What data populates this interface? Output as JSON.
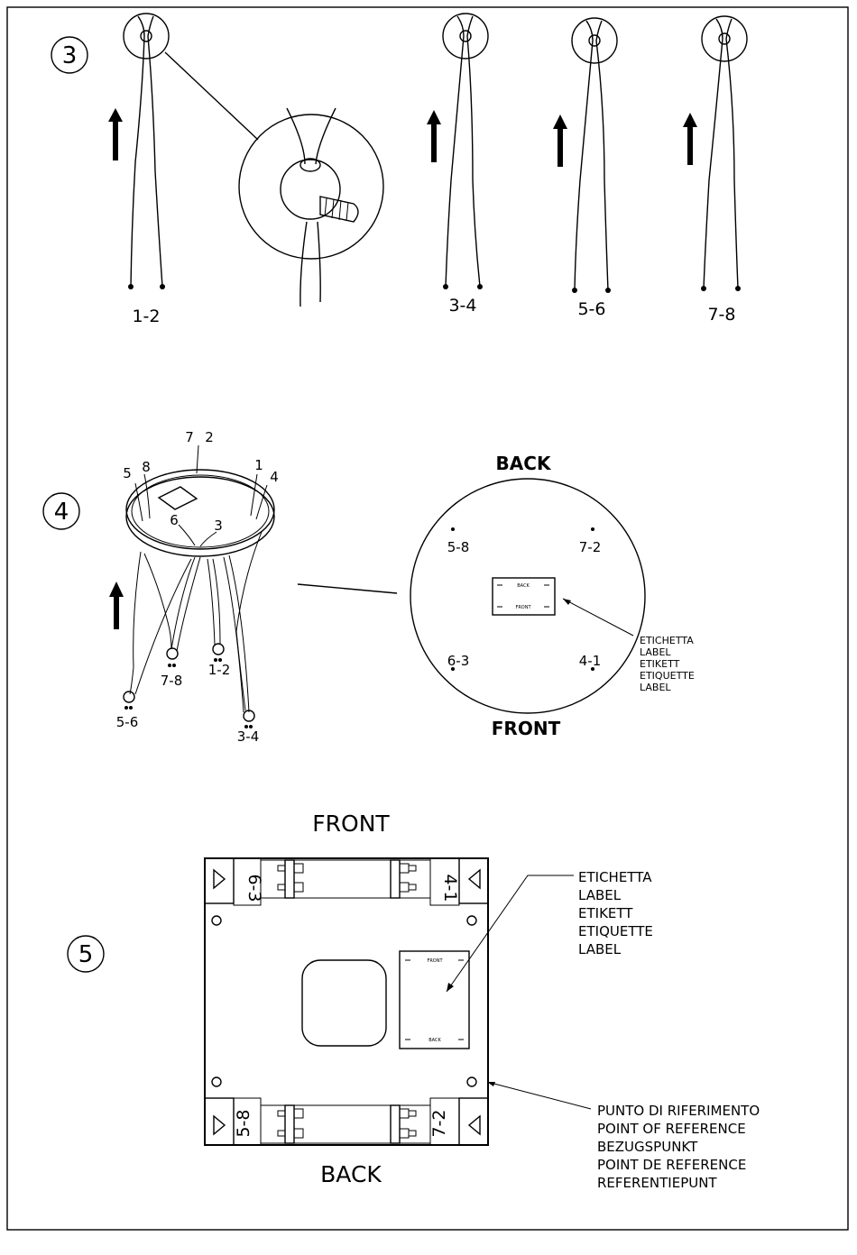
{
  "steps": [
    "3",
    "4",
    "5"
  ],
  "step3": {
    "wire_labels": [
      "1-2",
      "3-4",
      "5-6",
      "7-8"
    ]
  },
  "step4": {
    "ring_numbers": [
      "7",
      "2",
      "5",
      "8",
      "1",
      "4",
      "6",
      "3"
    ],
    "connector_labels": [
      "7-8",
      "1-2",
      "5-6",
      "3-4"
    ],
    "circle_top": "BACK",
    "circle_bottom": "FRONT",
    "circle_positions": [
      "5-8",
      "7-2",
      "6-3",
      "4-1"
    ],
    "mini_label_back": "BACK",
    "mini_label_front": "FRONT",
    "label_lines": [
      "ETICHETTA",
      "LABEL",
      "ETIKETT",
      "ETIQUETTE",
      "LABEL"
    ]
  },
  "step5": {
    "front": "FRONT",
    "back": "BACK",
    "corner_labels": [
      "6-3",
      "4-1",
      "5-8",
      "7-2"
    ],
    "label_front": "FRONT",
    "label_back": "BACK",
    "label_lines": [
      "ETICHETTA",
      "LABEL",
      "ETIKETT",
      "ETIQUETTE",
      "LABEL"
    ],
    "reference_lines": [
      "PUNTO DI RIFERIMENTO",
      "POINT OF REFERENCE",
      "BEZUGSPUNKT",
      "POINT DE REFERENCE",
      "REFERENTIEPUNT"
    ]
  }
}
